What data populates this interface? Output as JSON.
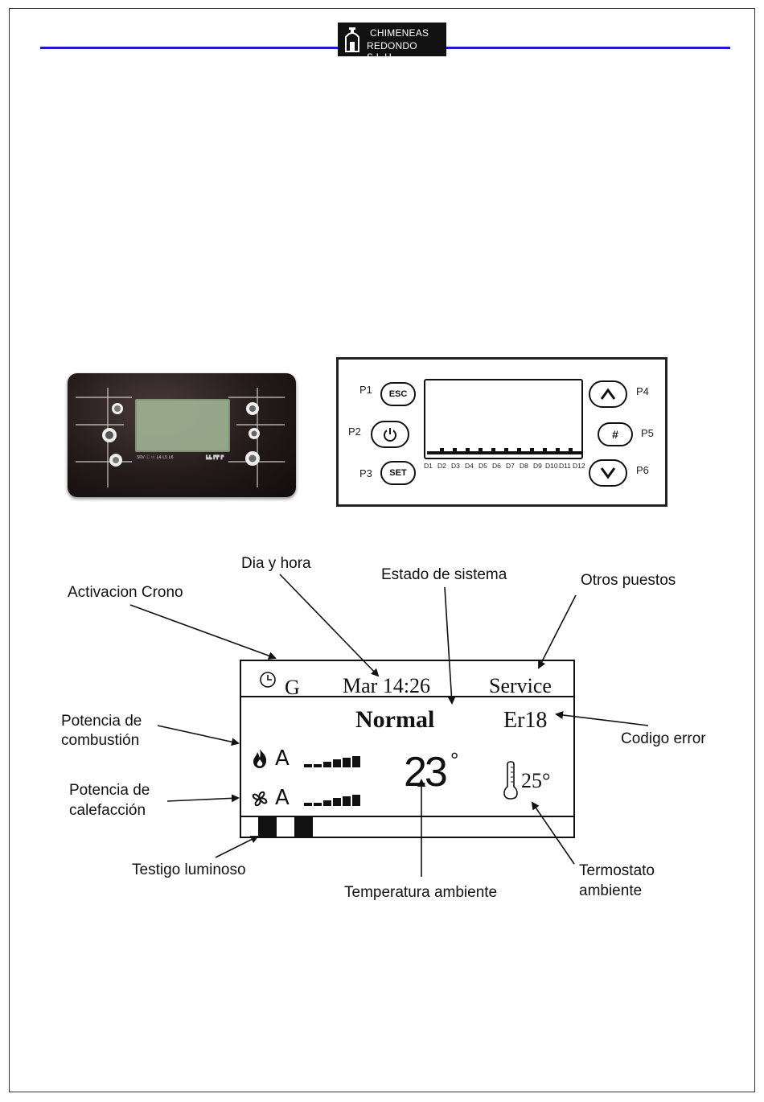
{
  "header": {
    "logo_line1": "CHIMENEAS",
    "logo_line2": "REDONDO S.L.U.",
    "accent_color": "#1a1ad0"
  },
  "panel_diagram": {
    "buttons": {
      "p1": {
        "label": "P1",
        "text": "ESC"
      },
      "p2": {
        "label": "P2",
        "icon": "power-icon"
      },
      "p3": {
        "label": "P3",
        "text": "SET"
      },
      "p4": {
        "label": "P4",
        "icon": "arrow-up-icon"
      },
      "p5": {
        "label": "P5",
        "text": "#"
      },
      "p6": {
        "label": "P6",
        "icon": "arrow-down-icon"
      }
    },
    "leds": [
      "D1",
      "D2",
      "D3",
      "D4",
      "D5",
      "D6",
      "D7",
      "D8",
      "D9",
      "D10",
      "D11",
      "D12"
    ]
  },
  "display": {
    "crono": "G",
    "datetime": "Mar 14:26",
    "other": "Service",
    "status": "Normal",
    "error_code": "Er18",
    "combustion_mode": "A",
    "heating_mode": "A",
    "room_temp": "23",
    "degree": "°",
    "thermostat": "25°"
  },
  "labels": {
    "activacion_crono": "Activacion Crono",
    "dia_hora": "Dia y hora",
    "estado_sistema": "Estado de sistema",
    "otros_puestos": "Otros puestos",
    "potencia_comb_1": "Potencia de",
    "potencia_comb_2": "combustión",
    "codigo_error": "Codigo error",
    "potencia_cal_1": "Potencia de",
    "potencia_cal_2": "calefacción",
    "testigo": "Testigo luminoso",
    "temperatura": "Temperatura ambiente",
    "termostato_1": "Termostato",
    "termostato_2": "ambiente"
  }
}
